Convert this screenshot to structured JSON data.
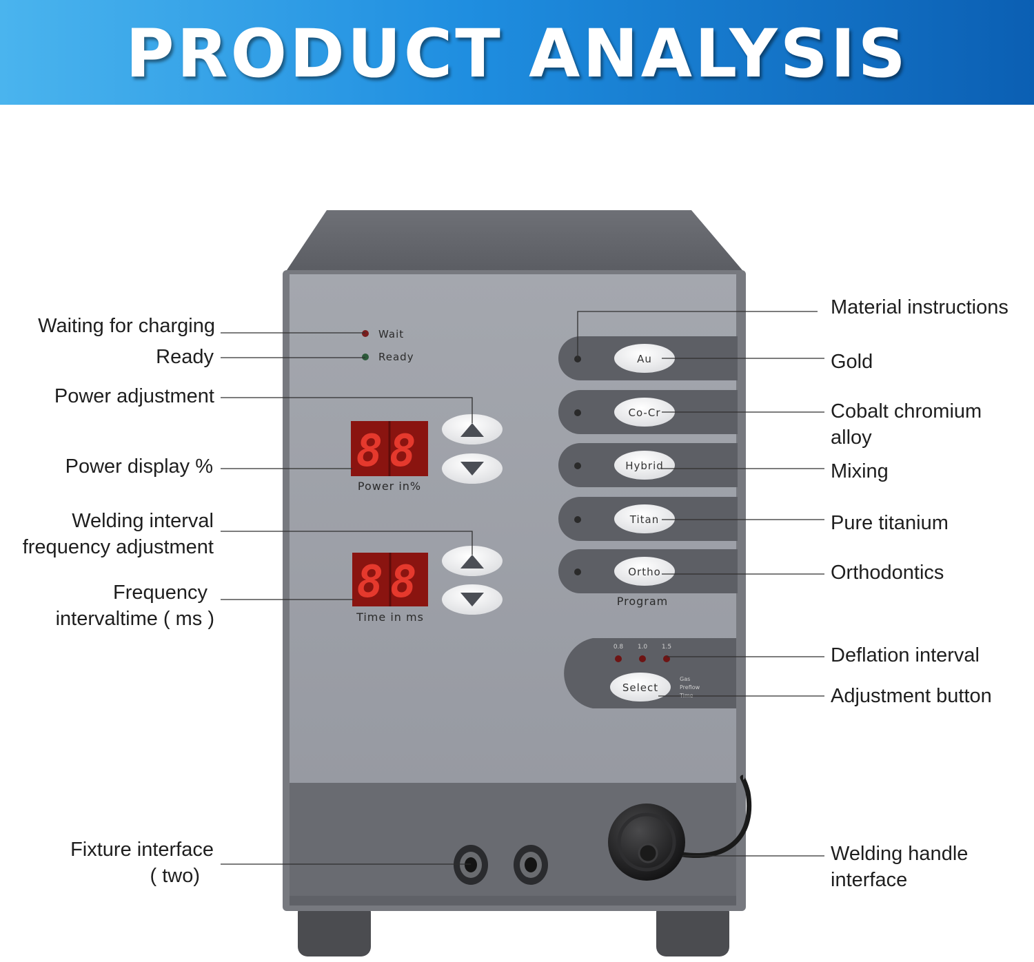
{
  "banner": {
    "title": "PRODUCT ANALYSIS"
  },
  "colors": {
    "banner_start": "#4ab4ee",
    "banner_end": "#0b5fb3",
    "panel": "#9fa2aa",
    "strip": "#5d5f65",
    "led_display": "#8a1410"
  },
  "device": {
    "indicators": {
      "wait": "Wait",
      "ready": "Ready"
    },
    "power_display": {
      "value": "88",
      "caption": "Power  in%"
    },
    "time_display": {
      "value": "88",
      "caption": "Time  in  ms"
    },
    "material_buttons": [
      "Au",
      "Co-Cr",
      "Hybrid",
      "Titan",
      "Ortho"
    ],
    "program_caption": "Program",
    "deflation_values": [
      "0.8",
      "1.0",
      "1.5"
    ],
    "select_button": "Select",
    "gas_caption": [
      "Gas",
      "Preflow",
      "Time"
    ],
    "icons": [
      "arrow-up-icon",
      "arrow-down-icon",
      "connector-socket-icon"
    ]
  },
  "labels": {
    "waiting": "Waiting for charging",
    "ready": "Ready",
    "power_adjustment": "Power adjustment",
    "power_display": "Power display %",
    "welding_interval_1": "Welding interval",
    "welding_interval_2": "frequency adjustment",
    "frequency_1": "Frequency",
    "frequency_2": "intervaltime ( ms )",
    "fixture_1": "Fixture interface",
    "fixture_2": "( two)",
    "material": "Material instructions",
    "gold": "Gold",
    "cobalt_1": "Cobalt chromium",
    "cobalt_2": "alloy",
    "mixing": "Mixing",
    "titanium": "Pure titanium",
    "ortho": "Orthodontics",
    "deflation": "Deflation interval",
    "adjustment": "Adjustment button",
    "handle_1": "Welding handle",
    "handle_2": "interface"
  }
}
